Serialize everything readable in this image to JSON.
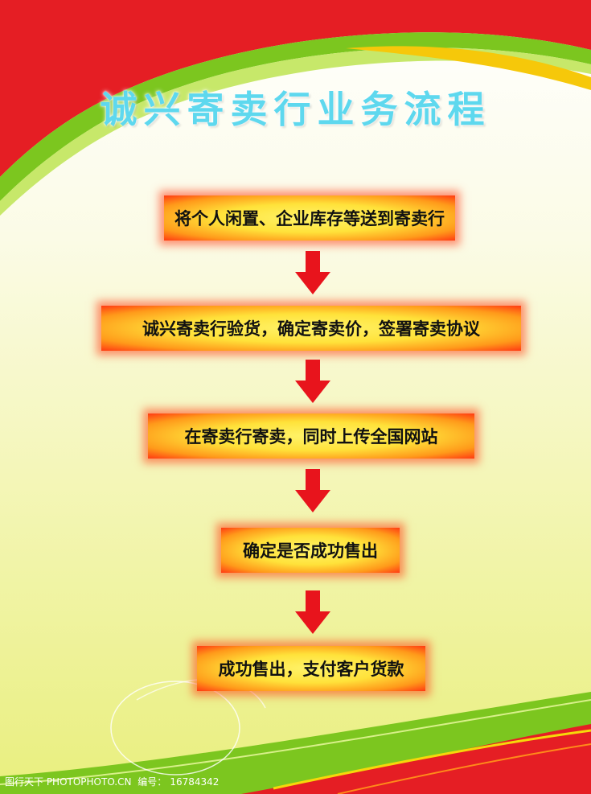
{
  "title": "诚兴寄卖行业务流程",
  "steps": [
    "将个人闲置、企业库存等送到寄卖行",
    "诚兴寄卖行验货，确定寄卖价，签署寄卖协议",
    "在寄卖行寄卖，同时上传全国网站",
    "确定是否成功售出",
    "成功售出，支付客户货款"
  ],
  "watermark": {
    "site": "图行天下 PHOTOPHOTO.CN",
    "id_label": "编号：",
    "id_value": "16784342"
  },
  "colors": {
    "title": "#5ed8ee",
    "arrow": "#e8141c",
    "red": "#e51e24",
    "green": "#7cc61f",
    "yellow": "#f6d80a"
  }
}
